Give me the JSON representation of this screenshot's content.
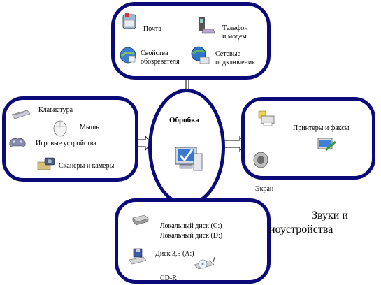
{
  "center": {
    "title": "Обробка"
  },
  "top": {
    "mail": "Почта",
    "phone": "Телефон\nи модем",
    "browser": "Свойства\nобозревателя",
    "network": "Сетевые\nподключения"
  },
  "left": {
    "keyboard": "Клавиатура",
    "mouse": "Мышь",
    "gamepad": "Игровые устройства",
    "scanners": "Сканеры и камеры"
  },
  "right": {
    "printers": "Принтеры и факсы",
    "screen": "Экран"
  },
  "bottom": {
    "disk_c": "Локальный диск (C:)",
    "disk_d": "Локальный диск (D:)",
    "floppy": "Диск 3,5 (A:)",
    "cdr": "CD-R"
  },
  "sounds": {
    "line1": "Звуки и",
    "line2": "иоустройства"
  },
  "colors": {
    "border": "#0a0a78"
  }
}
